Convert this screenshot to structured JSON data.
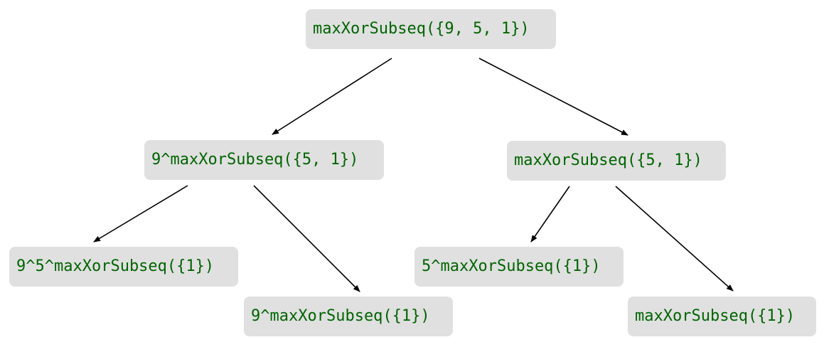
{
  "nodes": {
    "root": "maxXorSubseq({9, 5, 1})",
    "left": "9^maxXorSubseq({5, 1})",
    "right": "maxXorSubseq({5, 1})",
    "left_left": "9^5^maxXorSubseq({1})",
    "left_right": "9^maxXorSubseq({1})",
    "right_left": "5^maxXorSubseq({1})",
    "right_right": "maxXorSubseq({1})"
  },
  "colors": {
    "node_fill": "#e0e0e0",
    "node_text": "#006400",
    "edge": "#000000"
  }
}
